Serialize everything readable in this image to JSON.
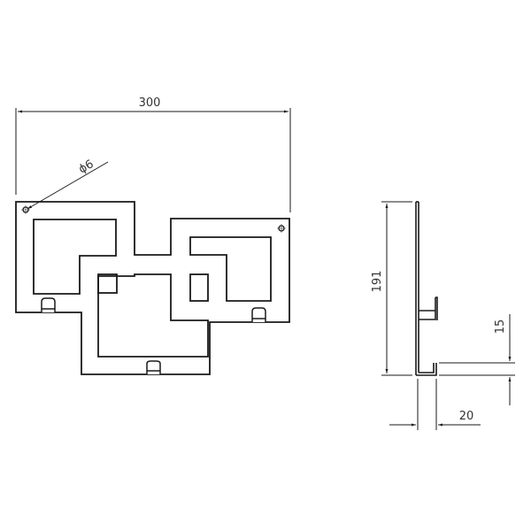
{
  "drawing": {
    "type": "technical-drawing",
    "views": [
      "front-view",
      "side-view"
    ],
    "colors": {
      "line": "#1a1a1a",
      "dimension": "#333333",
      "background": "#ffffff"
    }
  },
  "front_view": {
    "width_dimension": "300",
    "hole_diameter": "ϕ6",
    "hole_count": 2,
    "hook_count": 3,
    "square_cutout_count": 3
  },
  "side_view": {
    "height_dimension": "191",
    "hook_offset_dimension": "15",
    "hook_depth_dimension": "20"
  }
}
